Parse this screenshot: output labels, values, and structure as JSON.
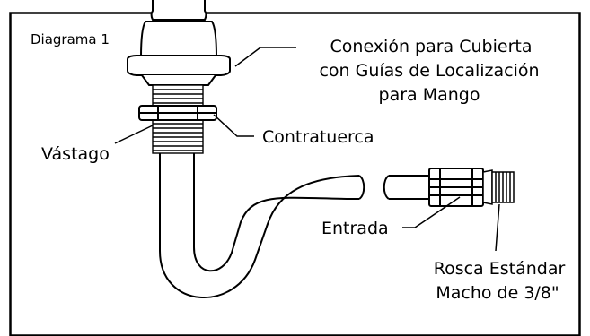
{
  "diagram": {
    "title": "Diagrama 1",
    "labels": {
      "deck_connection": [
        "Conexión para Cubierta",
        "con Guías de Localización",
        "para Mango"
      ],
      "shank": "Vástago",
      "locknut": "Contratuerca",
      "inlet": "Entrada",
      "thread": [
        "Rosca Estándar",
        "Macho de 3/8\""
      ]
    }
  }
}
